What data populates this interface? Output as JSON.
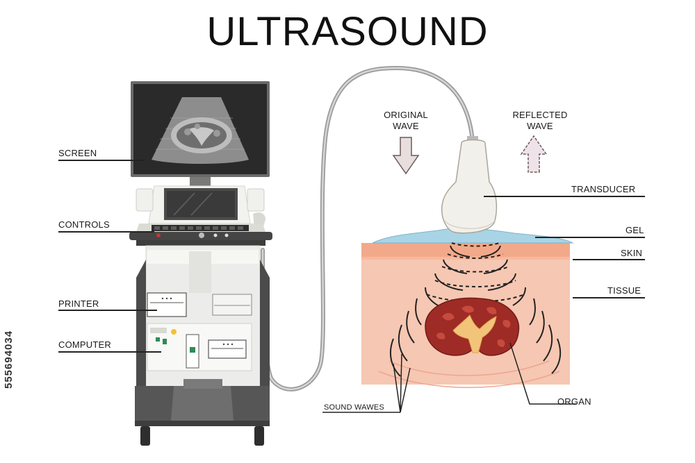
{
  "title": "ULTRASOUND",
  "stock_id": "555694034",
  "labels": {
    "screen": "SCREEN",
    "controls": "CONTROLS",
    "printer": "PRINTER",
    "computer": "COMPUTER",
    "original_wave_line1": "ORIGINAL",
    "original_wave_line2": "WAVE",
    "reflected_wave_line1": "REFLECTED",
    "reflected_wave_line2": "WAVE",
    "transducer": "TRANSDUCER",
    "gel": "GEL",
    "skin": "SKIN",
    "tissue": "TISSUE",
    "sound_waves": "SOUND WAWES",
    "organ": "ORGAN"
  },
  "colors": {
    "monitor": "#2a2a2a",
    "machine_body": "#efefeb",
    "machine_dark": "#4a4a4a",
    "tissue": "#f6c7b2",
    "skin": "#f2a98a",
    "gel": "#a9d4e6",
    "organ": "#9e2b25",
    "organ_core": "#f2c47a",
    "transducer": "#f2f0ea",
    "original_arrow": "#e9dede",
    "reflected_arrow": "#efe3ea"
  }
}
